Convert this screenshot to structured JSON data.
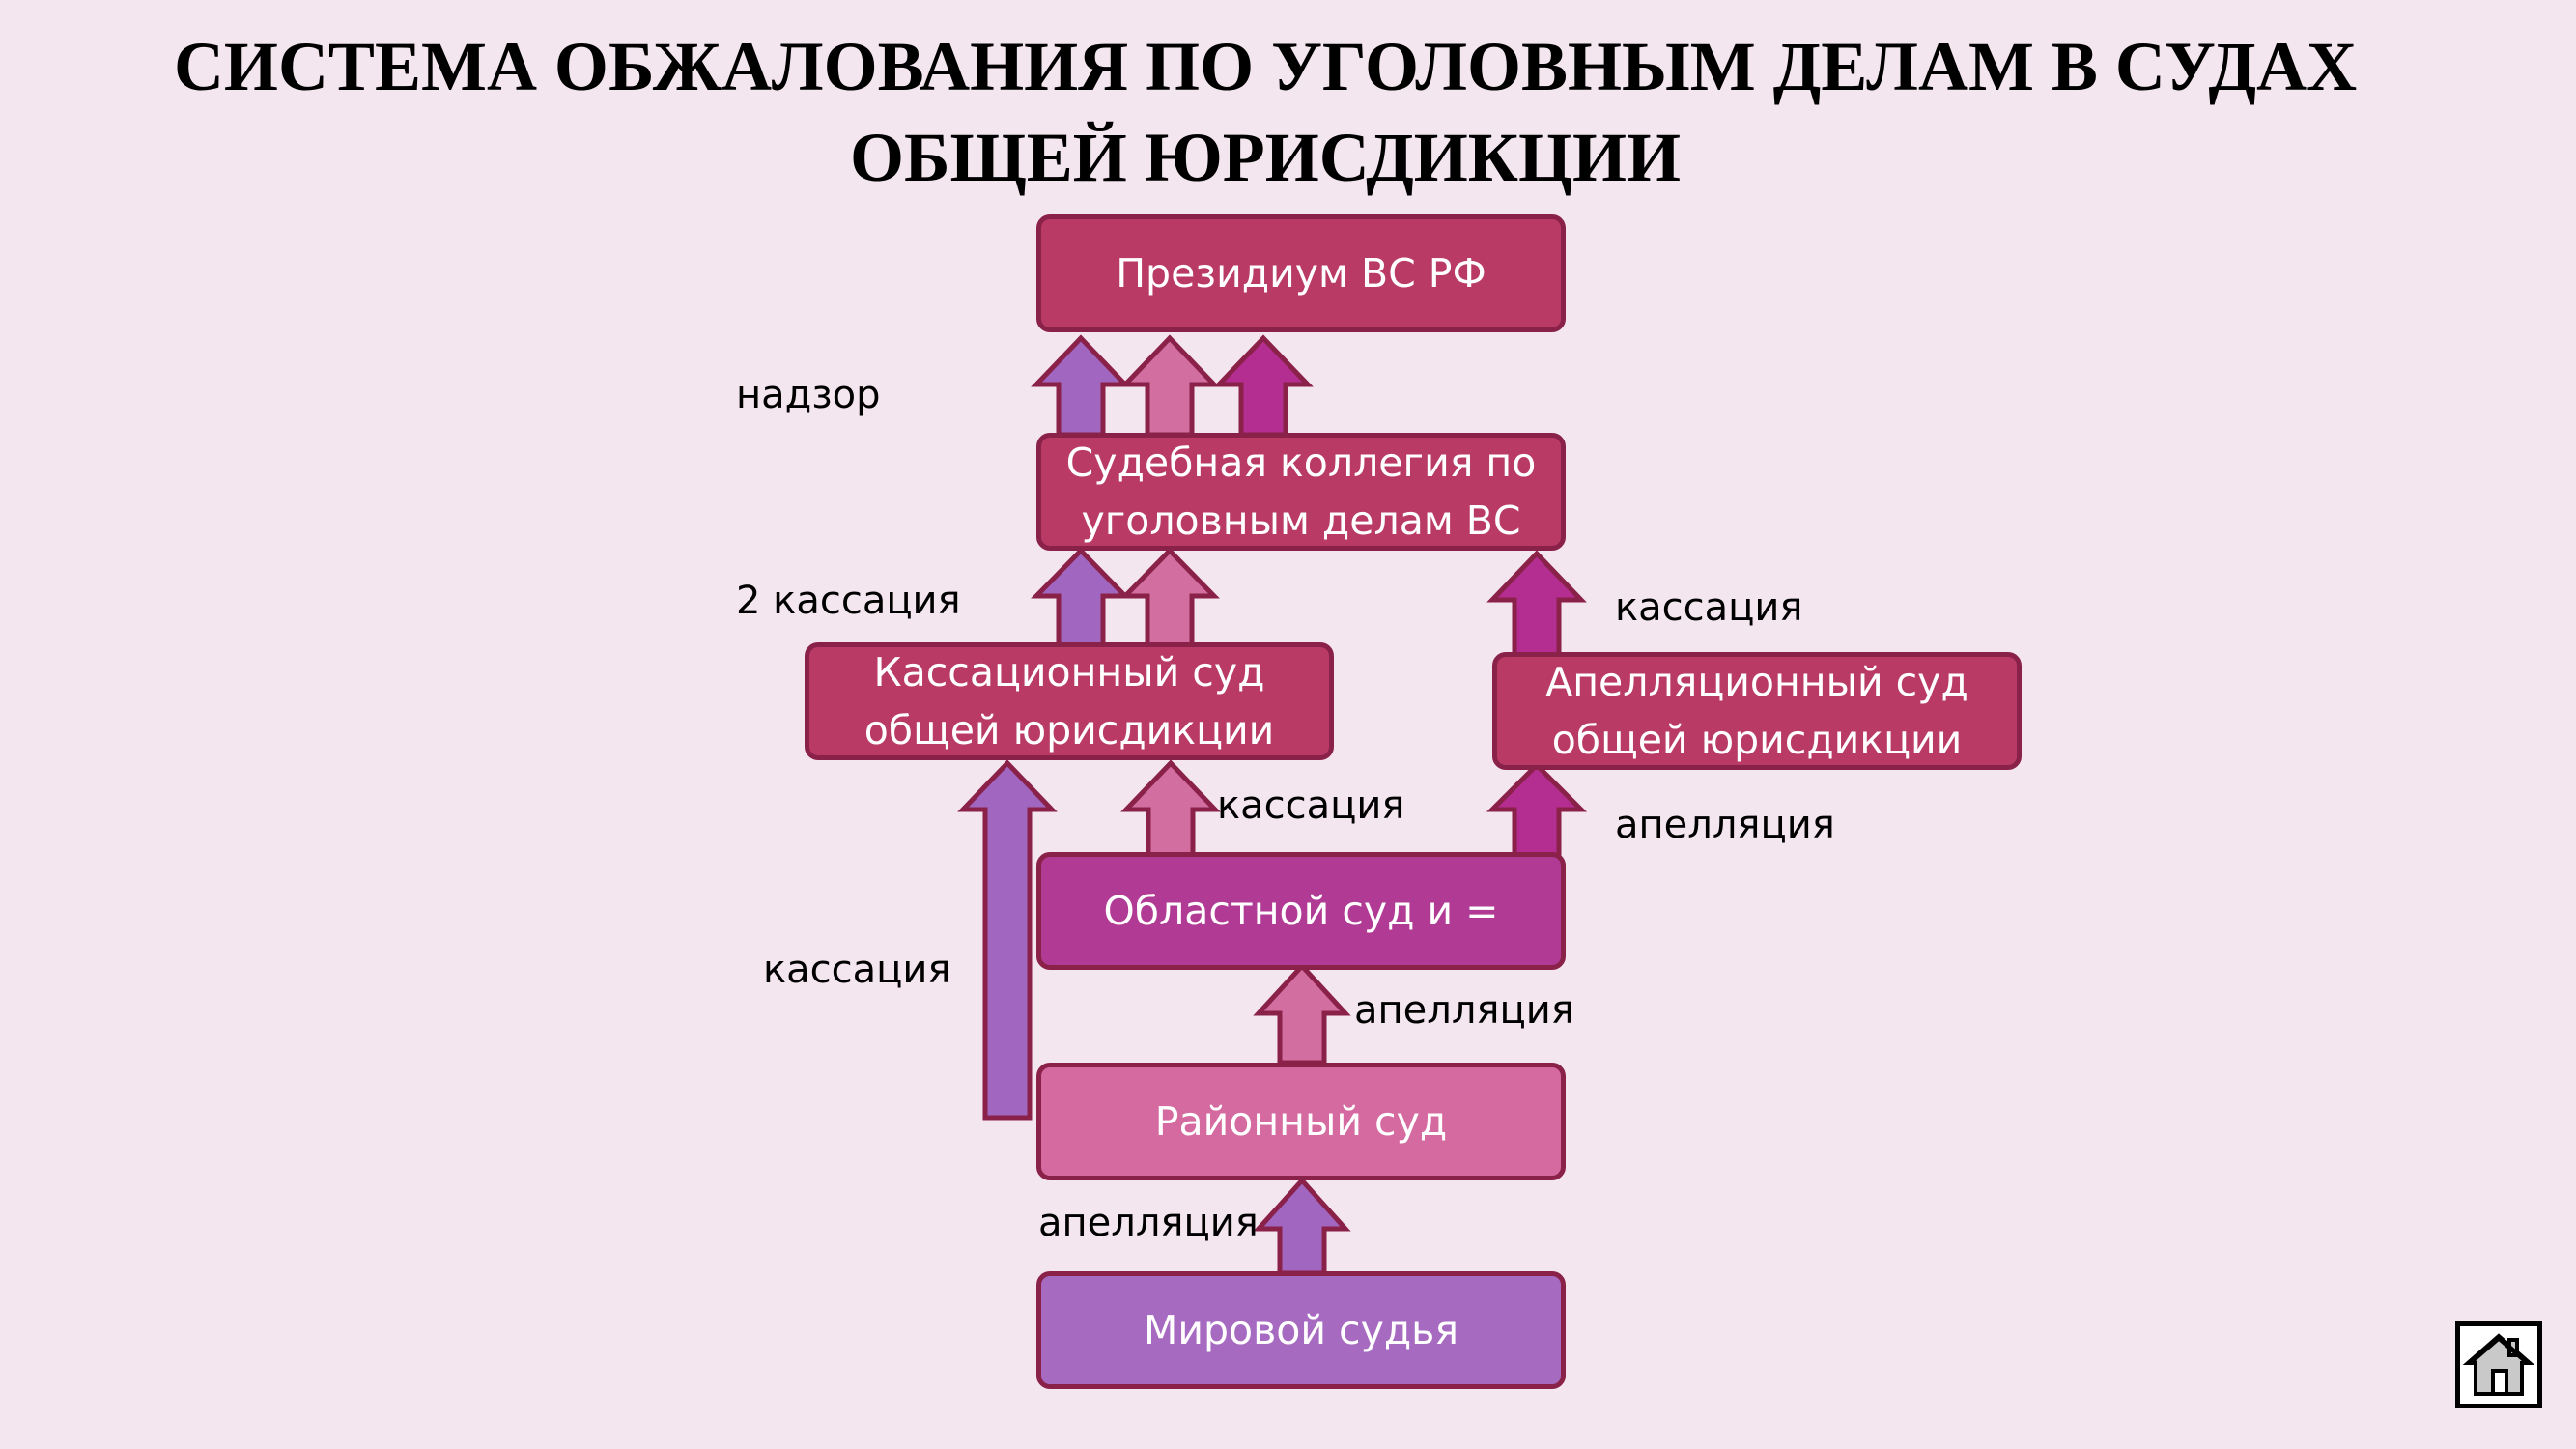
{
  "title": {
    "line1": "СИСТЕМА ОБЖАЛОВАНИЯ ПО УГОЛОВНЫМ ДЕЛАМ В СУДАХ",
    "line2": "ОБЩЕЙ ЮРИСДИКЦИИ"
  },
  "boxes": {
    "presidium": "Президиум ВС РФ",
    "collegium": [
      "Судебная коллегия по",
      "уголовным делам ВС"
    ],
    "cassation_court": [
      "Кассационный суд",
      "общей юрисдикции"
    ],
    "appeal_court": [
      "Апелляционный суд",
      "общей юрисдикции"
    ],
    "regional": "Областной суд и =",
    "district": "Районный суд",
    "magistrate": "Мировой судья"
  },
  "labels": {
    "nadzor": "надзор",
    "cassation2": "2 кассация",
    "cassation_right": "кассация",
    "cassation_mid": "кассация",
    "appeal_right": "апелляция",
    "cassation_left": "кассация",
    "appeal_mid": "апелляция",
    "appeal_bottom": "апелляция"
  },
  "colors": {
    "background": "#f4e6ee",
    "box_red": "#b83a65",
    "box_magenta": "#b03a94",
    "box_pink": "#d46a9f",
    "box_purple": "#a66bc0",
    "border": "#8a2148",
    "arrow_purple": "#a066c0",
    "arrow_pink": "#d36ea0",
    "arrow_magenta": "#b42d90"
  },
  "icons": {
    "home": "home-icon"
  }
}
